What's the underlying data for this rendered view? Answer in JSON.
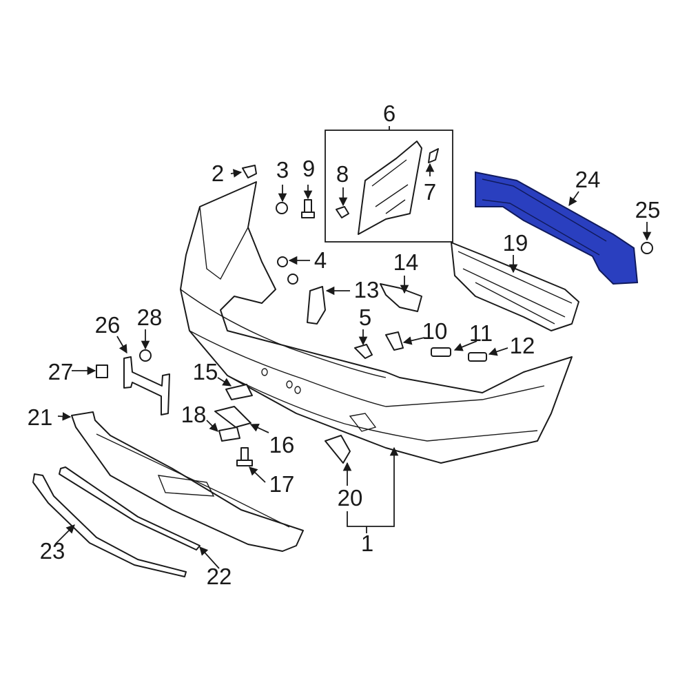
{
  "diagram": {
    "highlight_color": "#2a3fbf",
    "callouts": {
      "c1": "1",
      "c2": "2",
      "c3": "3",
      "c4": "4",
      "c5": "5",
      "c6": "6",
      "c7": "7",
      "c8": "8",
      "c9": "9",
      "c10": "10",
      "c11": "11",
      "c12": "12",
      "c13": "13",
      "c14": "14",
      "c15": "15",
      "c16": "16",
      "c17": "17",
      "c18": "18",
      "c19": "19",
      "c20": "20",
      "c21": "21",
      "c22": "22",
      "c23": "23",
      "c24": "24",
      "c25": "25",
      "c26": "26",
      "c27": "27",
      "c28": "28"
    }
  }
}
